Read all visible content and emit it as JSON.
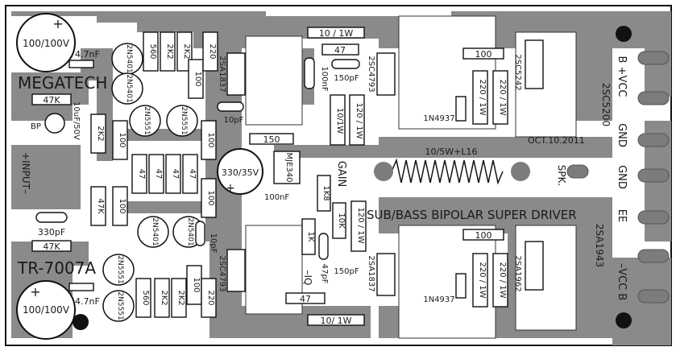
{
  "board": {
    "brand": "MEGATECH",
    "model": "TR-7007A",
    "date": "OCT.10.2011",
    "title": "SUB/BASS BIPOLAR SUPER DRIVER"
  },
  "labels": {
    "cap_top": "100/100V",
    "cap_bottom": "100/100V",
    "c47n_top": "4.7nF",
    "c47n_bottom": "4.7nF",
    "r47k_a": "47K",
    "r47k_b": "47K",
    "r47k_c": "47K",
    "cap10uf": "10uF/50V",
    "bp": "BP",
    "input": "+INPUT–",
    "c330p": "330pF",
    "q_2n5401_a": "2N5401",
    "q_2n5401_b": "2N5401",
    "q_2n5401_c": "2N5401",
    "q_2n5401_d": "2N5401",
    "q_2n5551_a": "2N5551",
    "q_2n5551_b": "2N5551",
    "q_2n5551_c": "2N5551",
    "q_2n5551_d": "2N5551",
    "r2k2_a": "2K2",
    "r2k2_b": "2K2",
    "r2k2_c": "2K2",
    "r2k2_d": "2K2",
    "r2k2_e": "2K2",
    "r560_a": "560",
    "r560_b": "560",
    "r220_a": "220",
    "r220_b": "220",
    "r100_a": "100",
    "r100_b": "100",
    "r100_c": "100",
    "r100_d": "100",
    "r100_e": "100",
    "r100_f": "100",
    "r100_g": "100",
    "r100_h": "100",
    "r47_a": "47",
    "r47_b": "47",
    "r47_c": "47",
    "r47_d": "47",
    "r47_e": "47",
    "r150": "150",
    "r1k8": "1K8",
    "r1k": "1K",
    "r10k": "10K",
    "r10_1w_top": "10 / 1W",
    "r10_1w_bottom": "10/ 1W",
    "r10_1w_mid": "10/1W",
    "r120_1w_a": "120 / 1W",
    "r120_1w_b": "120 / 1W",
    "r220_1w_a": "220 / 1W",
    "r220_1w_b": "220 / 1W",
    "r220_1w_c": "220 / 1W",
    "r220_1w_d": "220 / 1W",
    "c10pf_a": "10pF",
    "c10pf_b": "10pF",
    "c100nf_a": "100nF",
    "c100nf_b": "100nF",
    "c150pf_a": "150pF",
    "c150pf_b": "150pF",
    "c47pf": "47pF",
    "c330_35v": "330/35V",
    "mje340": "MJE340",
    "gain": "GAIN",
    "iq": "–IQ",
    "coil": "10/5W+L16",
    "d1n4937_a": "1N4937",
    "d1n4937_b": "1N4937",
    "q2sa1837_a": "2SA1837",
    "q2sa1837_b": "2SA1837",
    "q2sc4793_a": "2SC4793",
    "q2sc4793_b": "2SC4793",
    "q2sc5242": "2SC5242",
    "q2sc5200": "2SC5200",
    "q2sa1962": "2SA1962",
    "q2sa1943": "2SA1943",
    "spk": "SPK.",
    "t_vcc_pos": "B +VCC",
    "t_gnd_a": "GND",
    "t_gnd_b": "GND",
    "t_ee": "EE",
    "t_vcc_neg": "–VCC B"
  }
}
